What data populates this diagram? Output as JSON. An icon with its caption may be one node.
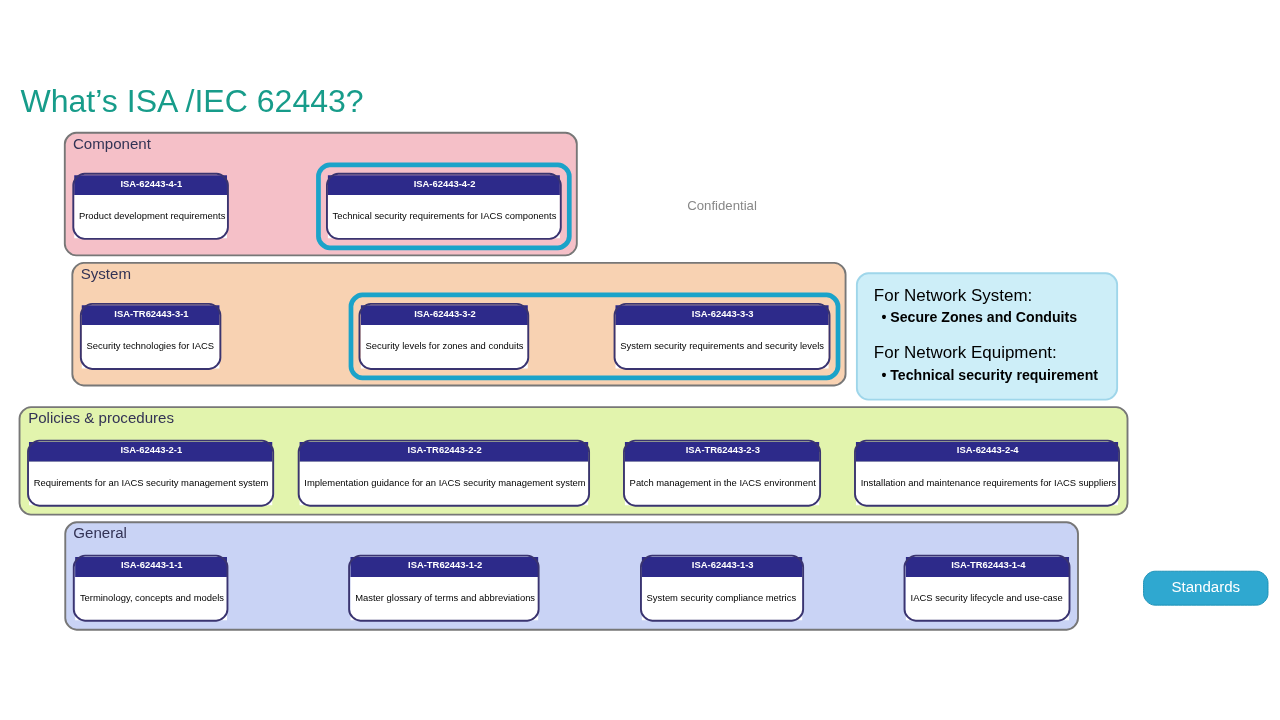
{
  "diagram": {
    "title": "What’s ISA /IEC 62443?",
    "nodes": [
      {
        "text": [
          "Standards"
        ]
      },
      {
        "text": [
          "General"
        ]
      },
      {
        "text": [
          "ISA-62443-1-1",
          "Terminology, concepts and models"
        ],
        "in": 1
      },
      {
        "text": [
          "ISA-TR62443-1-2",
          "Master glossary of terms and abbreviations"
        ],
        "in": 1
      },
      {
        "text": [
          "ISA-62443-1-3",
          "System security compliance metrics"
        ],
        "in": 1
      },
      {
        "text": [
          "ISA-TR62443-1-4",
          "IACS security lifecycle and use-case"
        ],
        "in": 1
      },
      {
        "text": [
          "Policies & procedures"
        ]
      },
      {
        "text": [
          "ISA-62443-2-1",
          "Requirements for an IACS security management system"
        ],
        "in": 6
      },
      {
        "text": [
          "ISA-TR62443-2-2",
          "Implementation guidance for an IACS security management system"
        ],
        "in": 6
      },
      {
        "text": [
          "ISA-TR62443-2-3",
          "Patch management in the IACS environment"
        ],
        "in": 6
      },
      {
        "text": [
          "ISA-62443-2-4",
          "Installation and maintenance requirements for IACS suppliers"
        ],
        "in": 6
      },
      {
        "text": [
          "System"
        ]
      },
      {
        "text": [
          "ISA-TR62443-3-1",
          "Security technologies for IACS"
        ],
        "in": 11
      },
      {
        "text": [],
        "shape": "box",
        "in": 11
      },
      {
        "text": [
          "ISA-62443-3-2",
          "Security levels for zones and conduits"
        ],
        "in": 13
      },
      {
        "text": [
          "ISA-62443-3-3",
          "System security requirements and security levels"
        ],
        "in": 13
      },
      {
        "text": [
          "Component"
        ]
      },
      {
        "text": [
          "ISA-62443-4-1",
          "Product development requirements"
        ],
        "in": 16
      },
      {
        "text": [],
        "shape": "box",
        "in": 16
      },
      {
        "text": [
          "ISA-62443-4-2",
          "Technical security requirements for IACS components"
        ],
        "in": 18
      },
      {
        "text": [
          "For Network System:",
          "• Secure Zones and Conduits",
          "For Network Equipment:",
          "• Technical security requirement"
        ]
      }
    ],
    "edges": [],
    "labels": [
      "Confidential"
    ]
  }
}
